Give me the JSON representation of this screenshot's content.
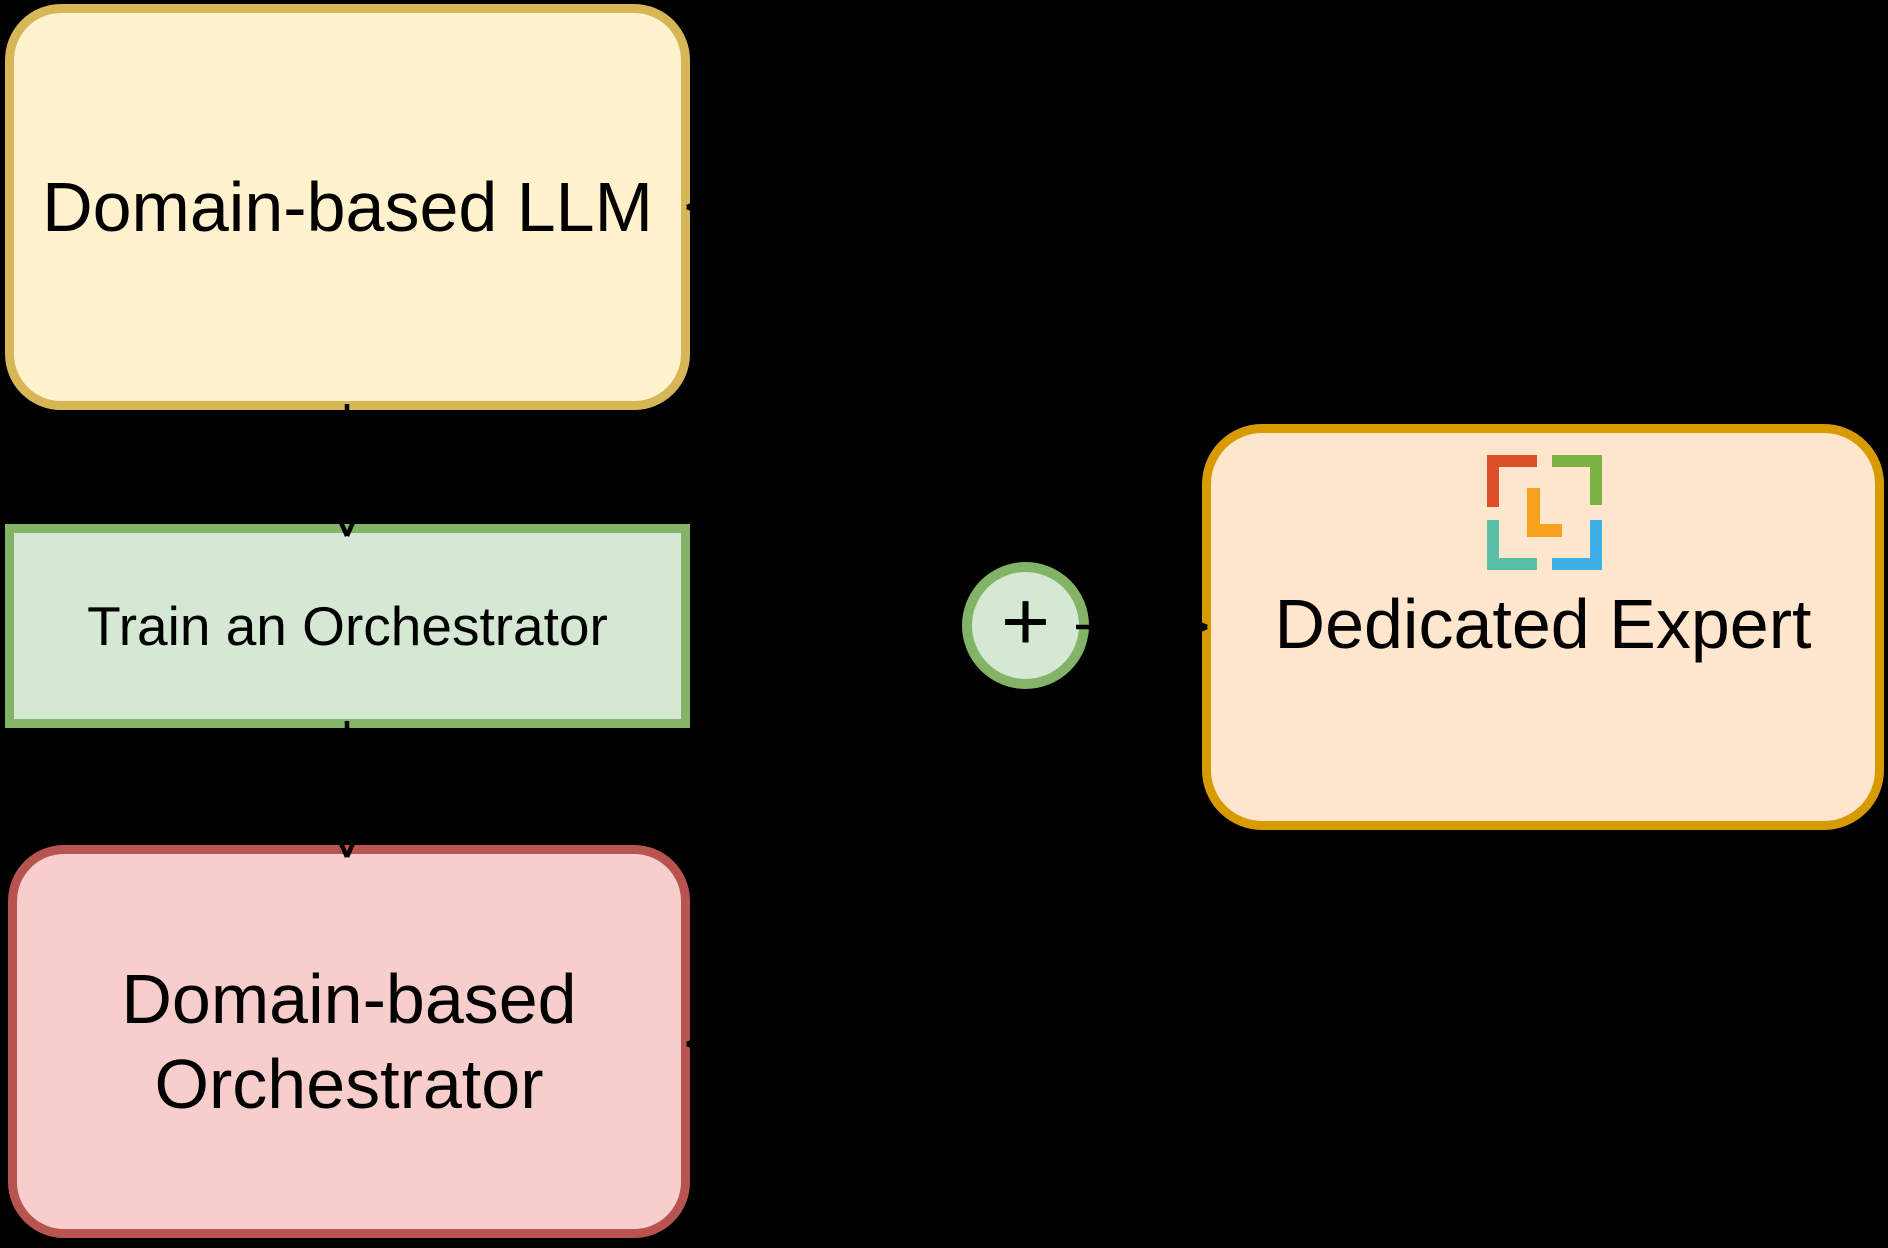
{
  "diagram": {
    "background_color": "#000000",
    "nodes": {
      "domain_llm": {
        "label": "Domain-based LLM",
        "fill": "#FFF2CC",
        "stroke": "#D6B656",
        "shape": "rounded-rectangle"
      },
      "train_orchestrator": {
        "label": "Train an Orchestrator",
        "fill": "#D5E8D4",
        "stroke": "#82B366",
        "shape": "rectangle"
      },
      "domain_orchestrator": {
        "label_line1": "Domain-based",
        "label_line2": "Orchestrator",
        "fill": "#F8CECC",
        "stroke": "#B85450",
        "shape": "rounded-rectangle"
      },
      "plus_node": {
        "label": "+",
        "fill": "#D5E8D4",
        "stroke": "#82B366",
        "shape": "circle"
      },
      "dedicated_expert": {
        "label": "Dedicated Expert",
        "fill": "#FFE6CC",
        "stroke": "#D79B00",
        "shape": "rounded-rectangle",
        "logo": {
          "name": "corner-brackets-L-logo",
          "bracket_top_left_color": "#DD4F2B",
          "bracket_top_right_color": "#7CB242",
          "bracket_bottom_left_color": "#5ABFA7",
          "bracket_bottom_right_color": "#3FAFE8",
          "letter_color": "#F5A31F"
        }
      }
    },
    "edges": [
      {
        "from": "domain_llm",
        "to": "train_orchestrator",
        "style": "black-line-thin-arrow"
      },
      {
        "from": "train_orchestrator",
        "to": "domain_orchestrator",
        "style": "black-line-thin-arrow"
      },
      {
        "from": "plus_node",
        "to": "dedicated_expert",
        "style": "black-line-thin-arrow"
      },
      {
        "from": "dedicated_expert",
        "to": "domain_llm",
        "style": "black-line-thin-arrow"
      },
      {
        "from": "dedicated_expert",
        "to": "domain_orchestrator",
        "style": "black-line-thin-arrow"
      }
    ]
  }
}
